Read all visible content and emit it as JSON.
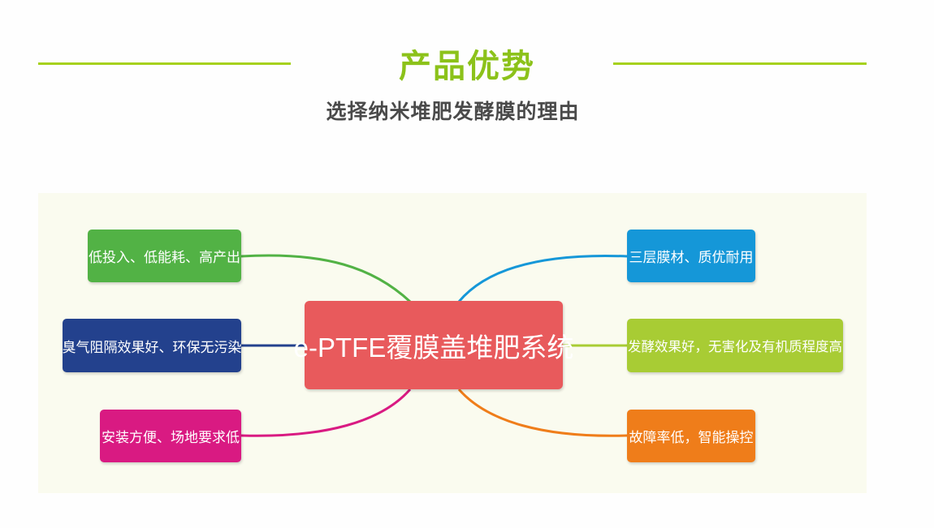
{
  "header": {
    "title": "产品优势",
    "subtitle": "选择纳米堆肥发酵膜的理由"
  },
  "mindmap": {
    "center": "e-PTFE覆膜盖堆肥系统",
    "left_nodes": [
      {
        "label": "低投入、低能耗、高产出",
        "color": "#52b245"
      },
      {
        "label": "臭气阻隔效果好、环保无污染",
        "color": "#23418d"
      },
      {
        "label": "安装方便、场地要求低",
        "color": "#d91a82"
      }
    ],
    "right_nodes": [
      {
        "label": "三层膜材、质优耐用",
        "color": "#1597d8"
      },
      {
        "label": "发酵效果好，无害化及有机质程度高",
        "color": "#a8cc34"
      },
      {
        "label": "故障率低，智能操控",
        "color": "#ef7d1a"
      }
    ],
    "accent_color": "#8cc21a",
    "center_color": "#e85a5c"
  }
}
